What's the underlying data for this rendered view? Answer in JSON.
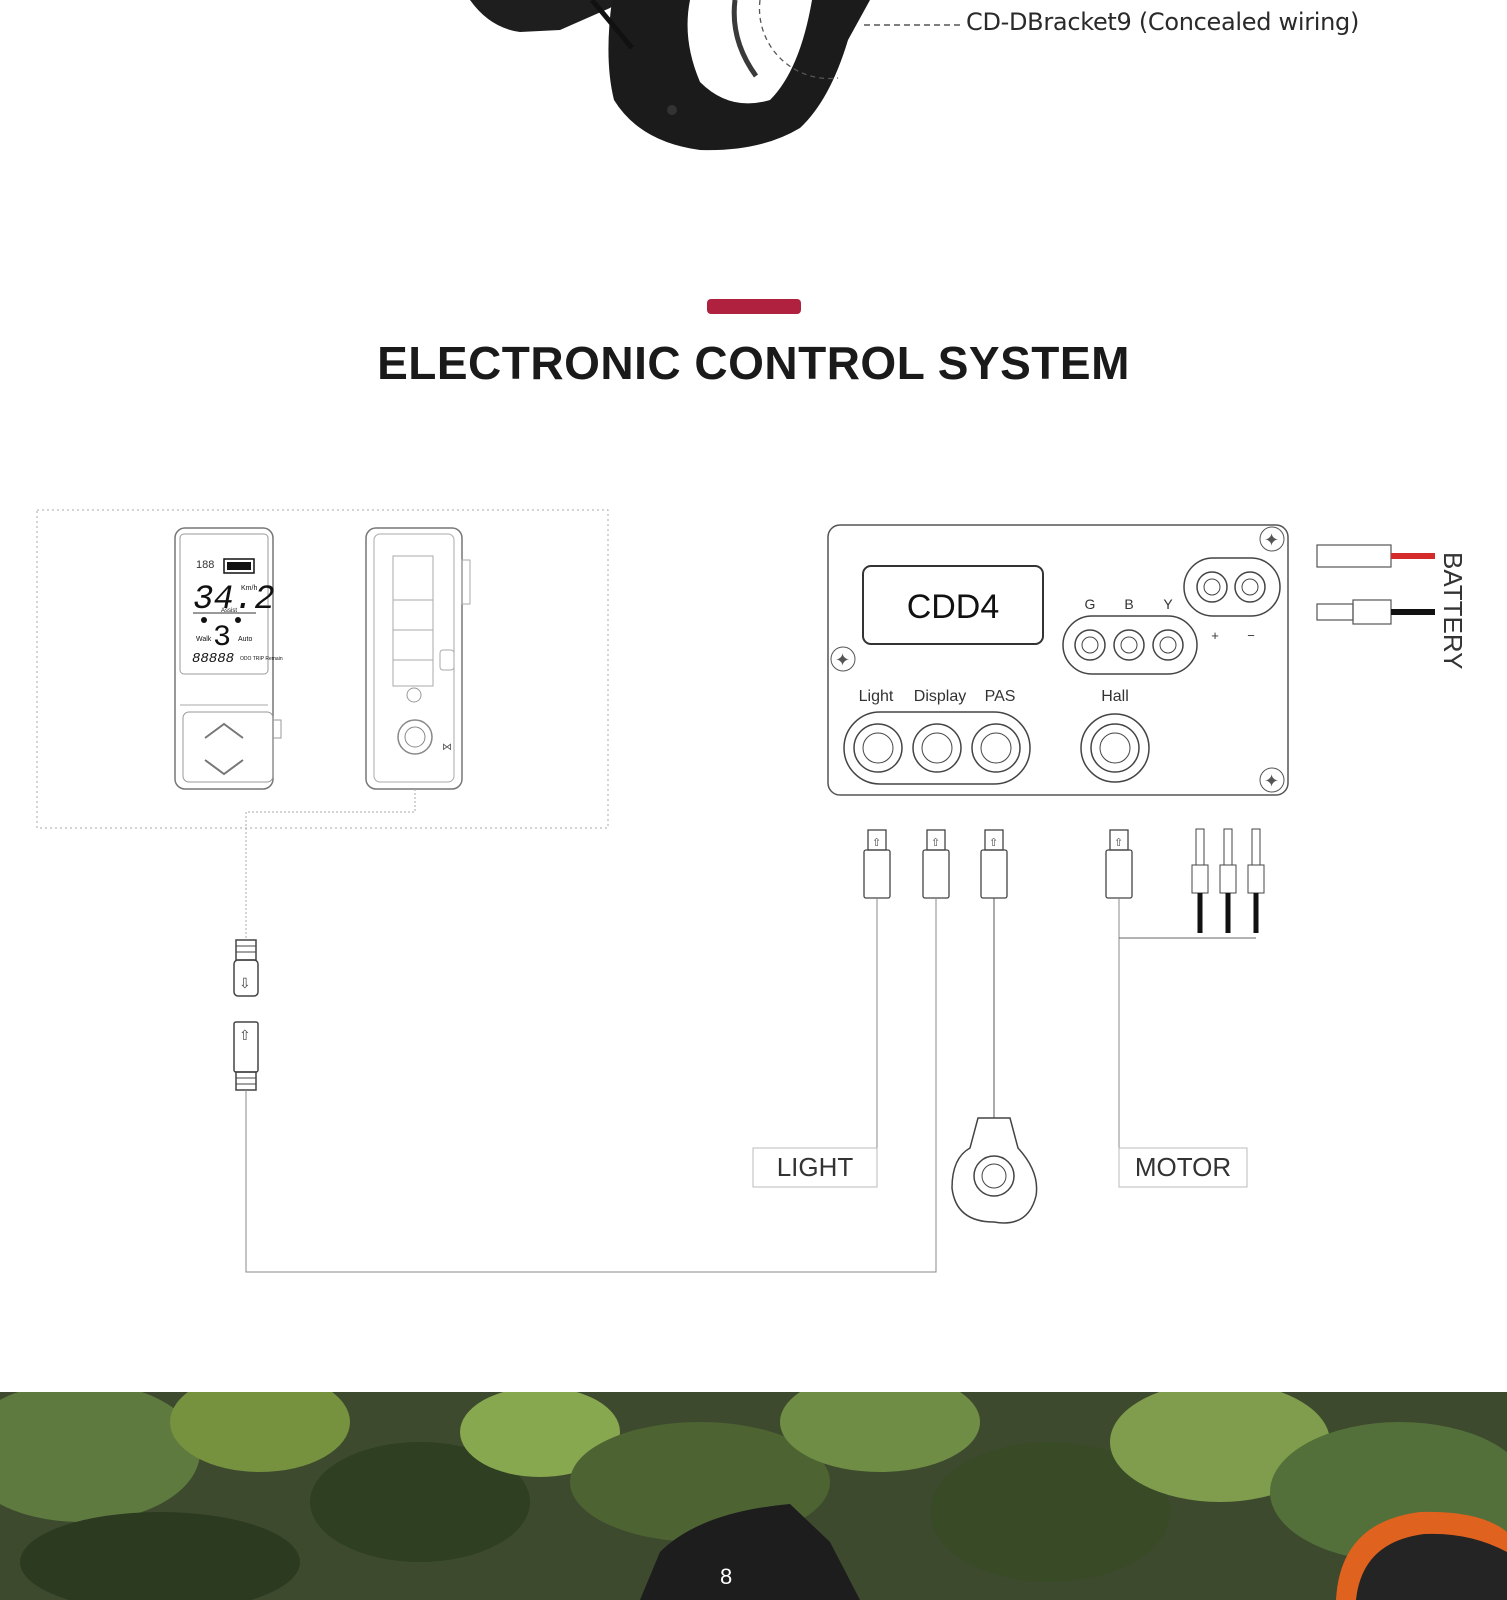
{
  "bracket": {
    "label": "CD-DBracket9 (Concealed wiring)"
  },
  "section": {
    "title": "ELECTRONIC CONTROL SYSTEM",
    "accent_color": "#b0213f"
  },
  "display": {
    "top_readout": "188",
    "speed": "34.2",
    "speed_unit": "Km/h",
    "assist_level": "3",
    "mode_label": "Assist",
    "walk_label": "Walk",
    "auto_label": "Auto",
    "odometer": "88888",
    "odo_labels": "ODO TRIP Remain"
  },
  "controller": {
    "model": "CDD4",
    "hall_wire_labels": [
      "G",
      "B",
      "Y"
    ],
    "battery_polarity": [
      "+",
      "−"
    ],
    "ports": [
      "Light",
      "Display",
      "PAS"
    ],
    "hall_port": "Hall"
  },
  "labels": {
    "battery": "BATTERY",
    "light": "LIGHT",
    "motor": "MOTOR"
  },
  "colors": {
    "battery_positive": "#d42a2a",
    "battery_negative": "#111111"
  },
  "photo": {
    "display_digit": "8"
  }
}
